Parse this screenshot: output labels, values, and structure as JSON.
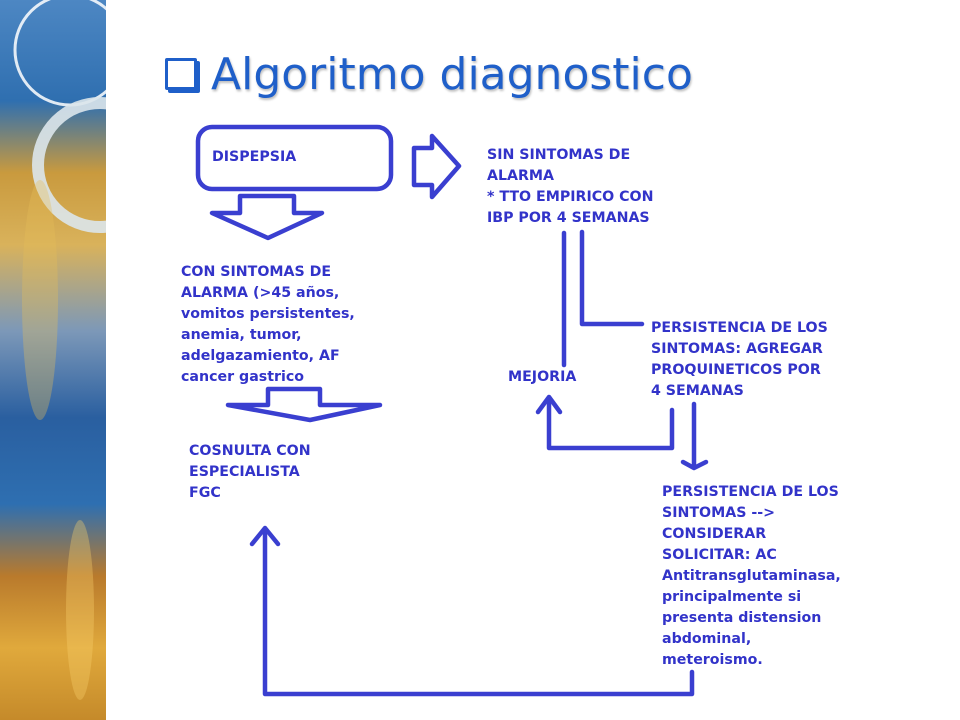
{
  "slide": {
    "title": "Algoritmo diagnostico",
    "title_icon": "checkbox-bullet-icon",
    "accent_color": "#1f5fc9",
    "arrow_color": "#3a3fd0",
    "text_color": "#3233c9"
  },
  "nodes": {
    "dispepsia": "DISPEPSIA",
    "sin_sintomas": "SIN SINTOMAS DE\nALARMA\n* TTO EMPIRICO CON\nIBP POR 4 SEMANAS",
    "con_sintomas": "CON SINTOMAS DE\nALARMA (>45 años,\nvomitos persistentes,\nanemia, tumor,\nadelgazamiento, AF\ncancer gastrico",
    "consulta": "COSNULTA CON\nESPECIALISTA\nFGC",
    "mejoria": "MEJORIA",
    "persistencia_1": "PERSISTENCIA DE LOS\nSINTOMAS: AGREGAR\nPROQUINETICOS POR\n4 SEMANAS",
    "persistencia_2": "PERSISTENCIA DE LOS\nSINTOMAS -->\nCONSIDERAR\nSOLICITAR: AC\nAntitransglutaminasa,\nprincipalmente si\npresenta distension\nabdominal,\nmeteroismo."
  }
}
